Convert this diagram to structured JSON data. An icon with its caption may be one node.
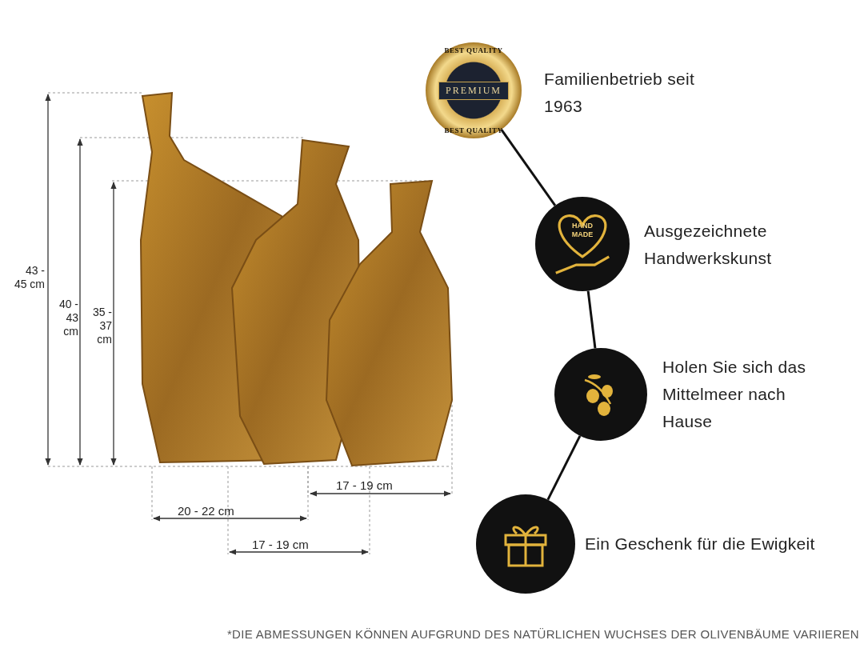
{
  "diagram": {
    "caption": "*DIE ABMESSUNGEN KÖNNEN AUFGRUND DES NATÜRLICHEN WUCHSES DER OLIVENBÄUME VARIIEREN",
    "nodes": [
      {
        "text": [
          "BEST QUALITY",
          "PREMIUM",
          "BEST QUALITY"
        ],
        "beside": [
          "Familienbetrieb seit 1963"
        ]
      },
      {
        "text": [
          "HAND MADE"
        ],
        "beside": [
          "Ausgezeichnete Handwerkskunst"
        ]
      },
      {
        "text": [],
        "shape": "circle",
        "beside": [
          "Holen Sie sich das Mittelmeer nach Hause"
        ]
      },
      {
        "text": [],
        "shape": "circle",
        "beside": [
          "Ein Geschenk für die Ewigkeit"
        ]
      }
    ],
    "edges": [
      {
        "from": 0,
        "to": 1,
        "arrow": "none"
      },
      {
        "from": 1,
        "to": 2,
        "arrow": "none"
      },
      {
        "from": 2,
        "to": 3,
        "arrow": "none"
      }
    ],
    "labels": [
      "43 - 45 cm",
      "40 - 43 cm",
      "35 - 37 cm",
      "17 - 19 cm",
      "20 - 22 cm",
      "17 - 19 cm"
    ]
  }
}
